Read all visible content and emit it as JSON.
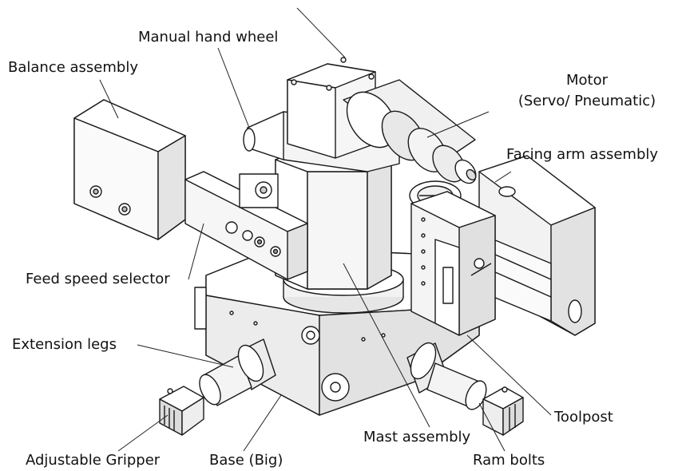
{
  "labels": {
    "manual_hand_wheel": "Manual hand wheel",
    "balance_assembly": "Balance assembly",
    "motor_line1": "Motor",
    "motor_line2": "(Servo/ Pneumatic)",
    "facing_arm_assembly": "Facing arm assembly",
    "feed_speed_selector": "Feed speed selector",
    "extension_legs": "Extension legs",
    "toolpost": "Toolpost",
    "mast_assembly": "Mast assembly",
    "adjustable_gripper": "Adjustable Gripper",
    "base_big": "Base (Big)",
    "ram_bolts": "Ram bolts"
  },
  "colors": {
    "line": "#1a1a1a",
    "face_light": "#ffffff",
    "face_mid": "#f0f0f0",
    "face_dark": "#d9d9d9"
  }
}
